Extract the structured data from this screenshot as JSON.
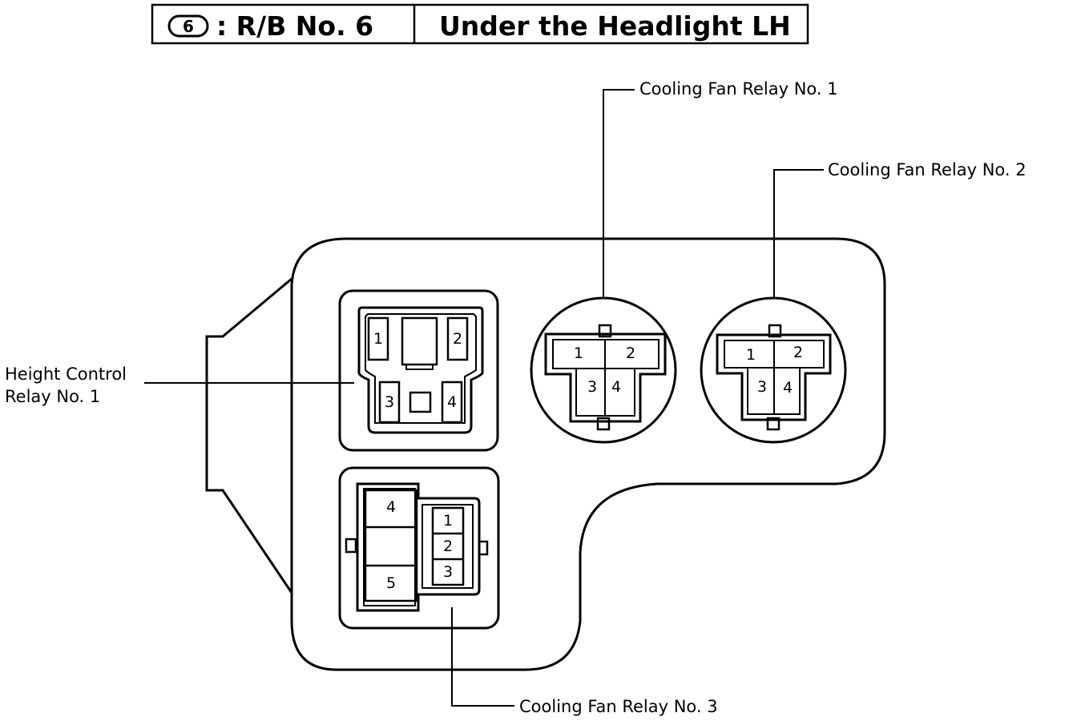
{
  "header": {
    "badge": "6",
    "code": ": R/B No. 6",
    "location": "Under the Headlight LH"
  },
  "labels": {
    "height_control_line1": "Height Control",
    "height_control_line2": "Relay No. 1",
    "cooling_fan_1": "Cooling Fan Relay No. 1",
    "cooling_fan_2": "Cooling Fan Relay No. 2",
    "cooling_fan_3": "Cooling Fan Relay No. 3"
  },
  "pins": {
    "height_control": [
      "1",
      "2",
      "3",
      "4"
    ],
    "cooling_fan_1": [
      "1",
      "2",
      "3",
      "4"
    ],
    "cooling_fan_2": [
      "1",
      "2",
      "3",
      "4"
    ],
    "cooling_fan_3": [
      "4",
      "5",
      "1",
      "2",
      "3"
    ]
  },
  "colors": {
    "ink": "#000000",
    "paper": "#ffffff"
  }
}
